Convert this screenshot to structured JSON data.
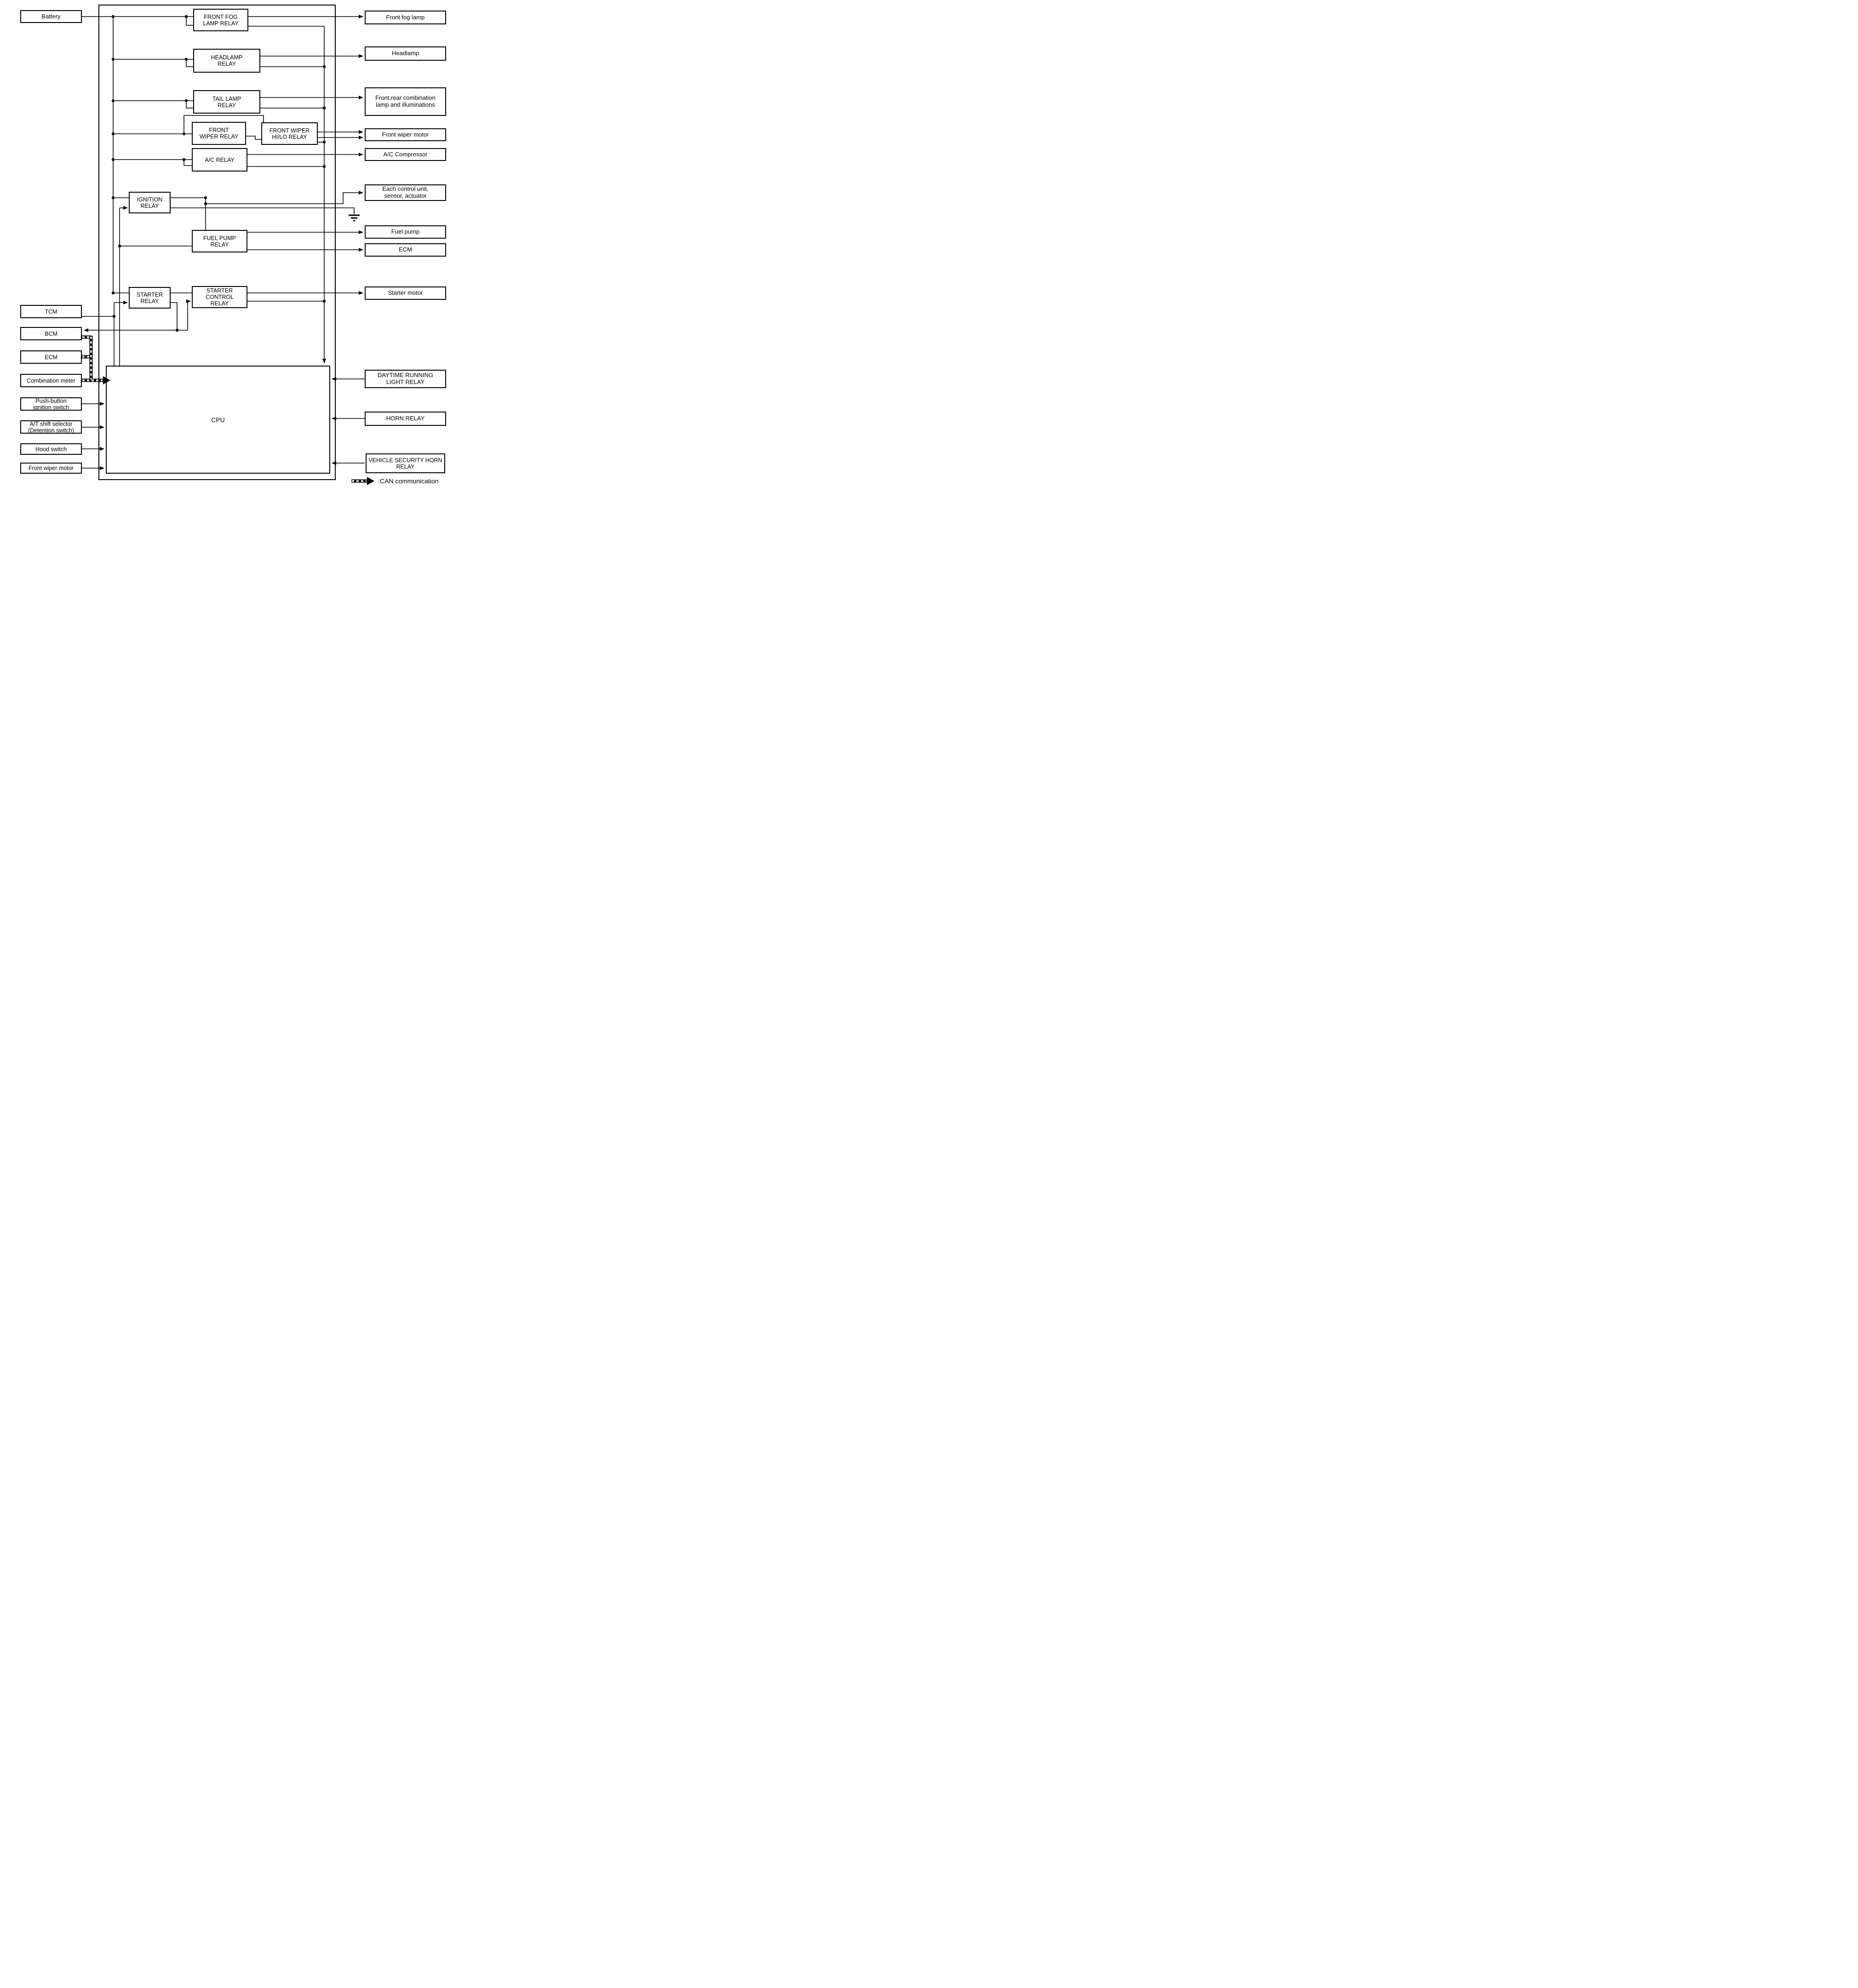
{
  "boxes": {
    "battery": "Battery",
    "tcm": "TCM",
    "bcm": "BCM",
    "ecm_left": "ECM",
    "combination_meter": "Combination meter",
    "push_button_ignition_switch": "Push-button ignition switch",
    "at_shift_selector": "A/T shift selector (Detention switch)",
    "hood_switch": "Hood switch",
    "front_wiper_motor_input": "Front wiper motor",
    "cpu": "CPU",
    "front_fog_lamp_relay": "FRONT FOG LAMP RELAY",
    "headlamp_relay": "HEADLAMP RELAY",
    "tail_lamp_relay": "TAIL LAMP RELAY",
    "front_wiper_relay": "FRONT WIPER RELAY",
    "front_wiper_hi_lo_relay": "FRONT WIPER HI/LO RELAY",
    "ac_relay": "A/C RELAY",
    "ignition_relay": "IGNITION RELAY",
    "fuel_pump_relay": "FUEL PUMP RELAY",
    "starter_relay": "STARTER RELAY",
    "starter_control_relay": "STARTER CONTROL RELAY",
    "front_fog_lamp": "Front fog lamp",
    "headlamp": "Headlamp",
    "front_rear_combination_lamp": "Front,rear combination lamp and illuminations",
    "front_wiper_motor_output": "Front wiper motor",
    "ac_compressor": "A/C Compressor",
    "each_control_unit": "Each control unit, sensor, actuator",
    "fuel_pump": "Fuel pump",
    "ecm_right": "ECM",
    "starter_motor": "Starter motor",
    "daytime_running_light_relay": "DAYTIME RUNNING LIGHT RELAY",
    "horn_relay": "HORN RELAY",
    "vehicle_security_horn_relay": "VEHICLE SECURITY HORN RELAY"
  },
  "legend": {
    "can_communication": ":CAN communication"
  },
  "colors": {
    "line": "#000000",
    "background": "#ffffff"
  }
}
